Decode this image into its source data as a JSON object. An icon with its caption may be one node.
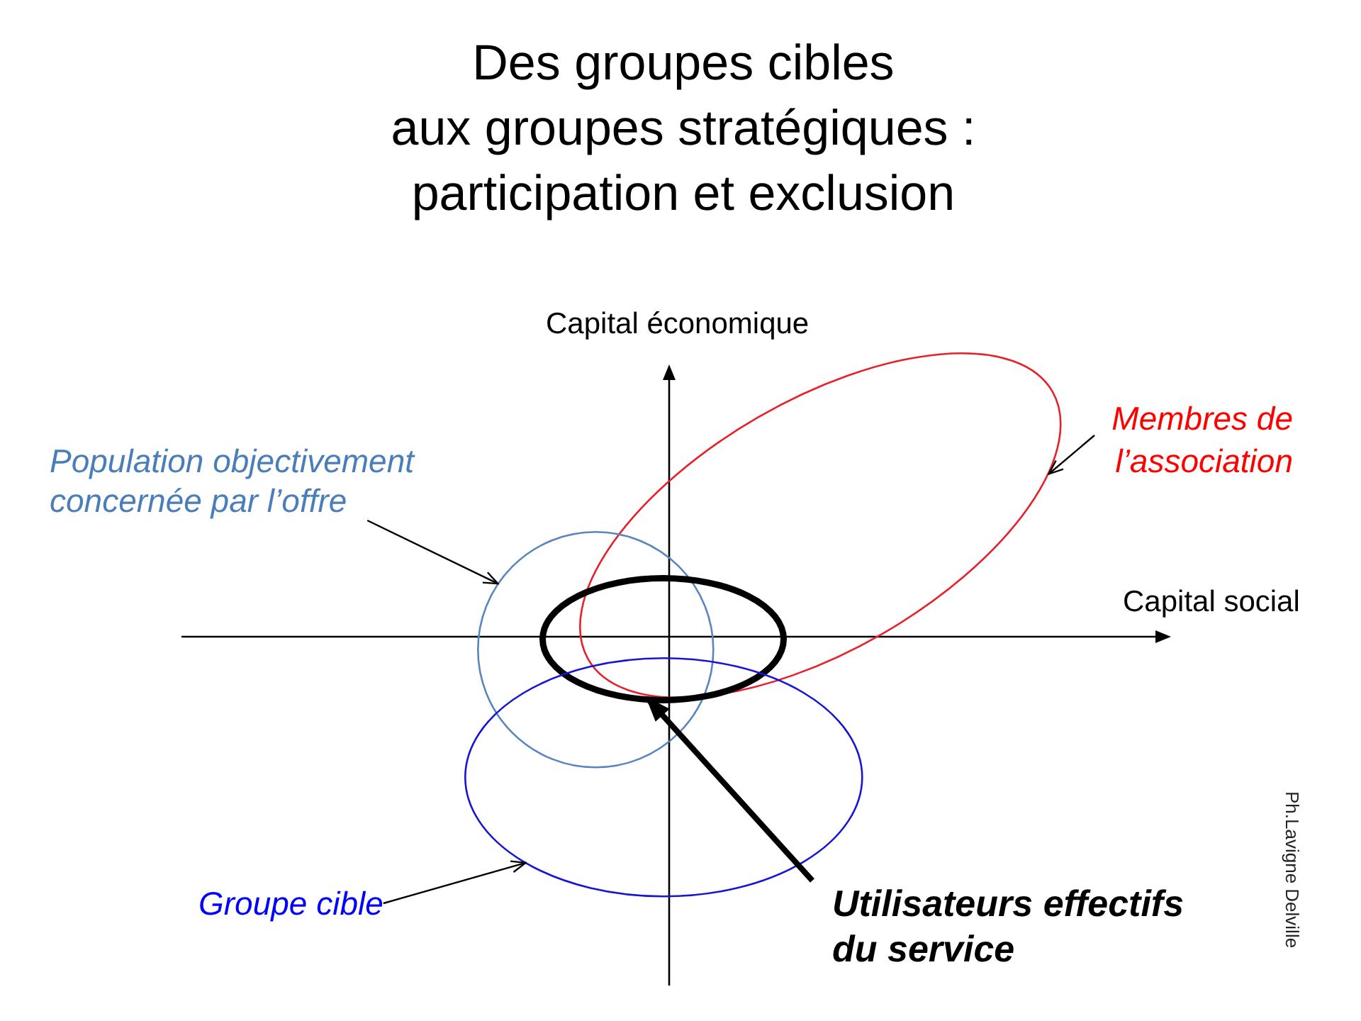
{
  "diagram": {
    "title": "Des groupes cibles aux groupes stratégiques : participation et exclusion",
    "nodes": [
      {
        "text": [
          "Membres de l’association"
        ]
      },
      {
        "text": [
          "Population objectivement concernée par l’offre"
        ]
      },
      {
        "text": [],
        "shape": "ellipse"
      },
      {
        "text": [],
        "shape": "circle"
      },
      {
        "text": [],
        "shape": "ellipse"
      },
      {
        "text": [],
        "shape": "ellipse"
      },
      {
        "text": [
          "Groupe cible"
        ]
      },
      {
        "text": [
          "Utilisateurs effectifs du service"
        ]
      }
    ],
    "edges": [
      {
        "from": 0,
        "to": 2,
        "arrow": "to"
      },
      {
        "from": 1,
        "to": 3,
        "arrow": "to"
      },
      {
        "from": 6,
        "to": 5,
        "arrow": "to"
      },
      {
        "from": 7,
        "to": 4,
        "arrow": "to",
        "style": "thick"
      }
    ],
    "labels": [
      "Capital économique",
      "Capital social",
      "Ph.Lavigne Delville"
    ]
  }
}
